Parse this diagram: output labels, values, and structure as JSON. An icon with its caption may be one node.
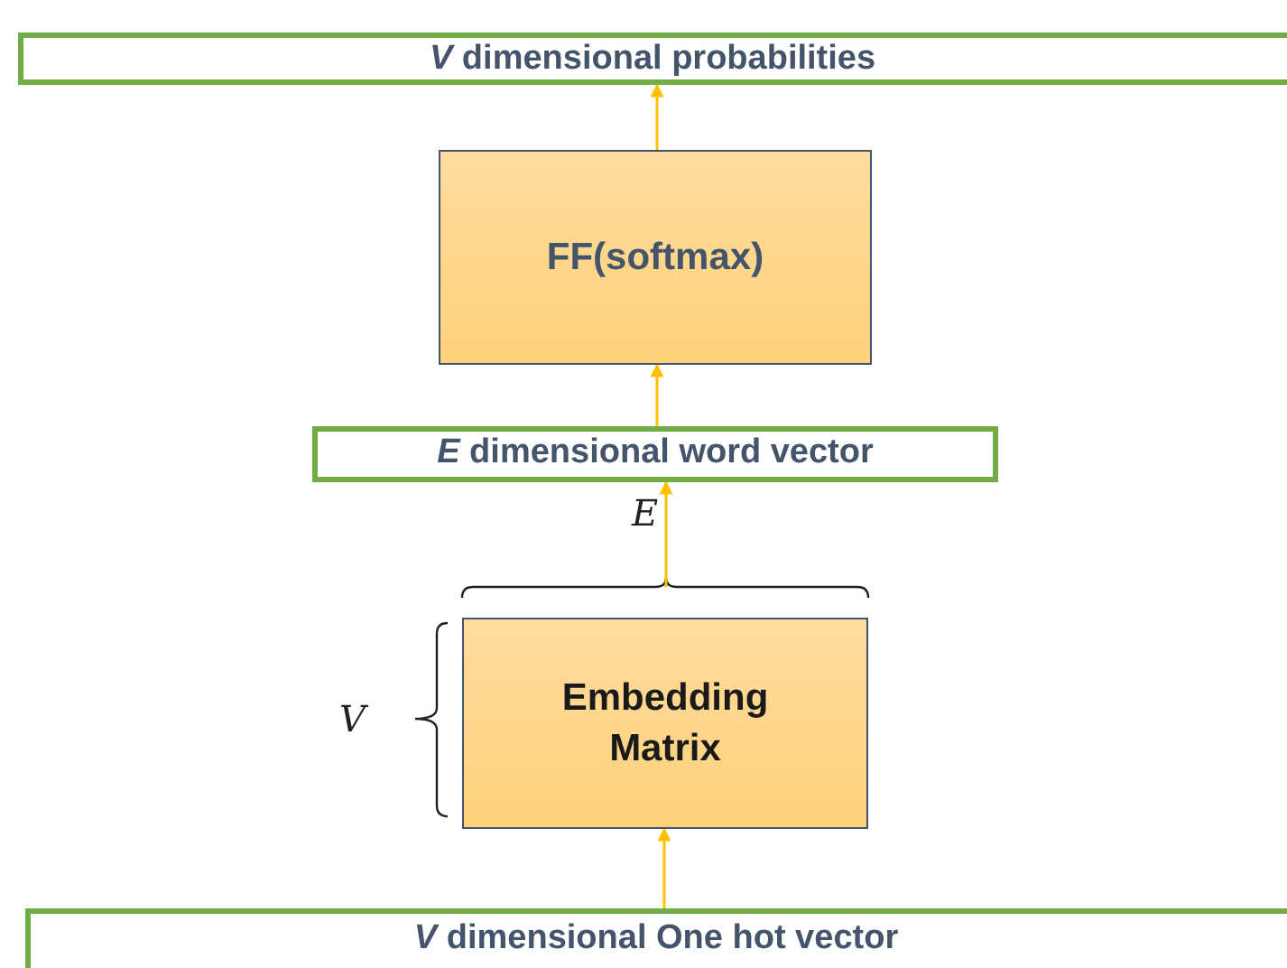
{
  "diagram": {
    "nodes": [
      {
        "text": [
          "*V* dimensional probabilities"
        ]
      },
      {
        "text": [
          "FF(softmax)"
        ]
      },
      {
        "text": [
          "*E* dimensional word vector"
        ]
      },
      {
        "text": [
          "Embedding Matrix"
        ]
      },
      {
        "text": [
          "*V* dimensional One hot vector"
        ]
      }
    ],
    "edges": [
      {
        "from": 4,
        "to": 3,
        "arrow": "to"
      },
      {
        "from": 3,
        "to": 2,
        "arrow": "to"
      },
      {
        "from": 2,
        "to": 1,
        "arrow": "to"
      },
      {
        "from": 1,
        "to": 0,
        "arrow": "to"
      }
    ],
    "labels": [
      "E",
      "V"
    ]
  }
}
